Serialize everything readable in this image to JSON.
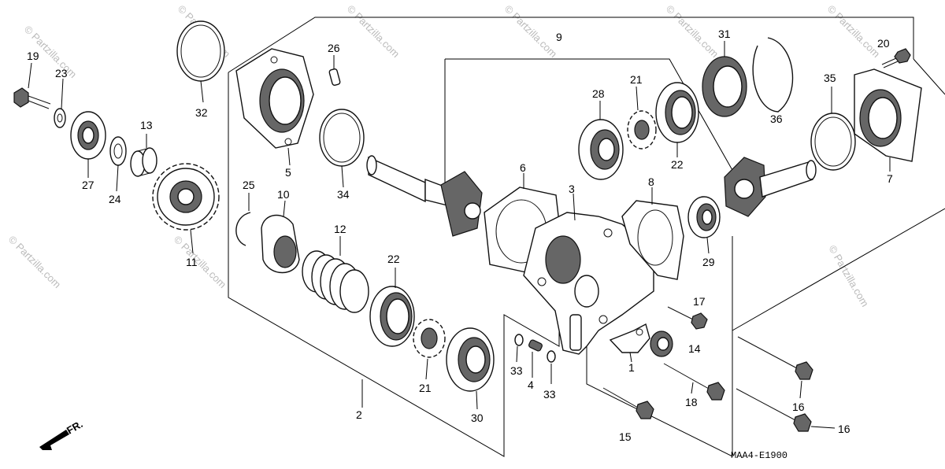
{
  "diagram": {
    "code": "MAA4-E1900",
    "watermark": "© Partzilla.com",
    "front_arrow": "FR.",
    "callouts": [
      "1",
      "2",
      "3",
      "4",
      "5",
      "6",
      "7",
      "8",
      "9",
      "10",
      "11",
      "12",
      "13",
      "14",
      "15",
      "16",
      "16",
      "17",
      "18",
      "19",
      "20",
      "21",
      "21",
      "22",
      "22",
      "23",
      "24",
      "25",
      "26",
      "27",
      "28",
      "29",
      "30",
      "31",
      "32",
      "33",
      "33",
      "34",
      "35",
      "36"
    ]
  }
}
